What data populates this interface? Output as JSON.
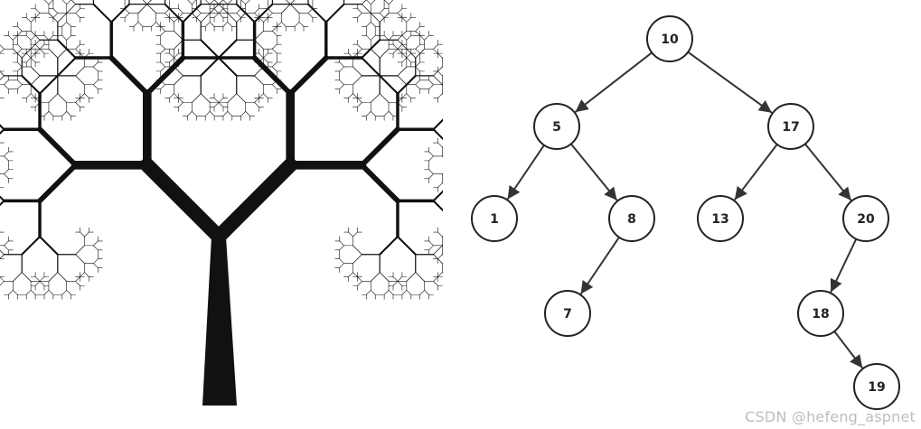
{
  "colors": {
    "tree": "#111111",
    "node_stroke": "#222222",
    "edge": "#333333",
    "node_fill": "#ffffff",
    "watermark": "#bdbdbd"
  },
  "fractal_tree": {
    "depth": 10,
    "branch_angle_deg": 45,
    "length_ratio": 0.707
  },
  "binary_tree": {
    "nodes": [
      {
        "id": "10",
        "label": "10"
      },
      {
        "id": "5",
        "label": "5"
      },
      {
        "id": "17",
        "label": "17"
      },
      {
        "id": "1",
        "label": "1"
      },
      {
        "id": "8",
        "label": "8"
      },
      {
        "id": "13",
        "label": "13"
      },
      {
        "id": "20",
        "label": "20"
      },
      {
        "id": "7",
        "label": "7"
      },
      {
        "id": "18",
        "label": "18"
      },
      {
        "id": "19",
        "label": "19"
      }
    ],
    "edges": [
      {
        "from": "10",
        "to": "5"
      },
      {
        "from": "10",
        "to": "17"
      },
      {
        "from": "5",
        "to": "1"
      },
      {
        "from": "5",
        "to": "8"
      },
      {
        "from": "17",
        "to": "13"
      },
      {
        "from": "17",
        "to": "20"
      },
      {
        "from": "8",
        "to": "7"
      },
      {
        "from": "20",
        "to": "18"
      },
      {
        "from": "18",
        "to": "19"
      }
    ]
  },
  "watermark": "CSDN @hefeng_aspnet"
}
